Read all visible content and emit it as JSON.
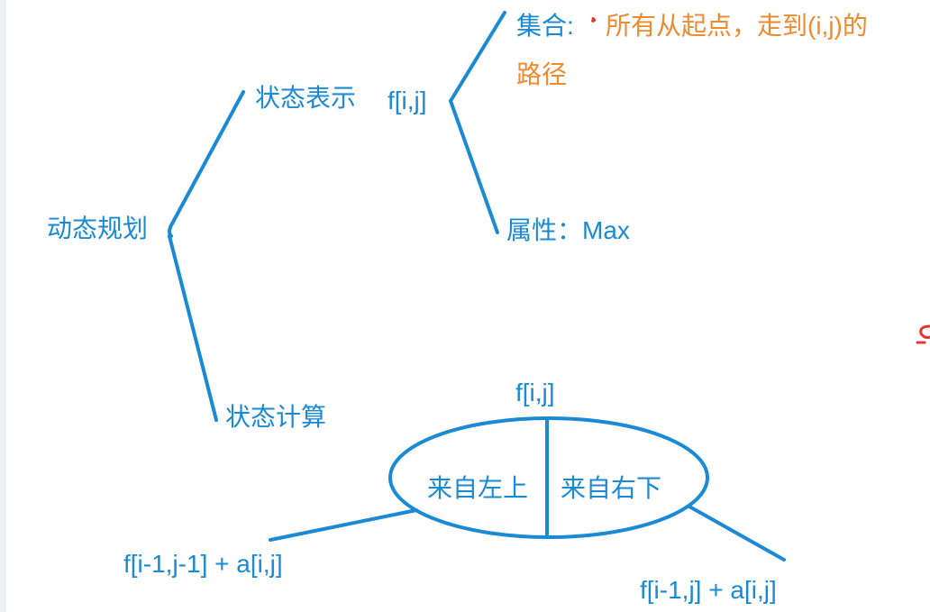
{
  "colors": {
    "ink_blue": "#1a8ad4",
    "ink_orange": "#ef8a2e",
    "ink_red": "#e0382e",
    "edge_gray": "#eef0f3"
  },
  "tree": {
    "root": "动态规划",
    "state_repr": {
      "label": "状态表示",
      "var": "f[i,j]",
      "set": {
        "label": "集合:",
        "desc_line1": "所有从起点，走到(i,j)的",
        "desc_line2": "路径"
      },
      "attribute": "属性：Max"
    },
    "state_calc": {
      "label": "状态计算",
      "var": "f[i,j]",
      "left_part": "来自左上",
      "right_part": "来自右下",
      "left_formula": "f[i-1,j-1] + a[i,j]",
      "right_formula": "f[i-1,j] + a[i,j]"
    }
  }
}
